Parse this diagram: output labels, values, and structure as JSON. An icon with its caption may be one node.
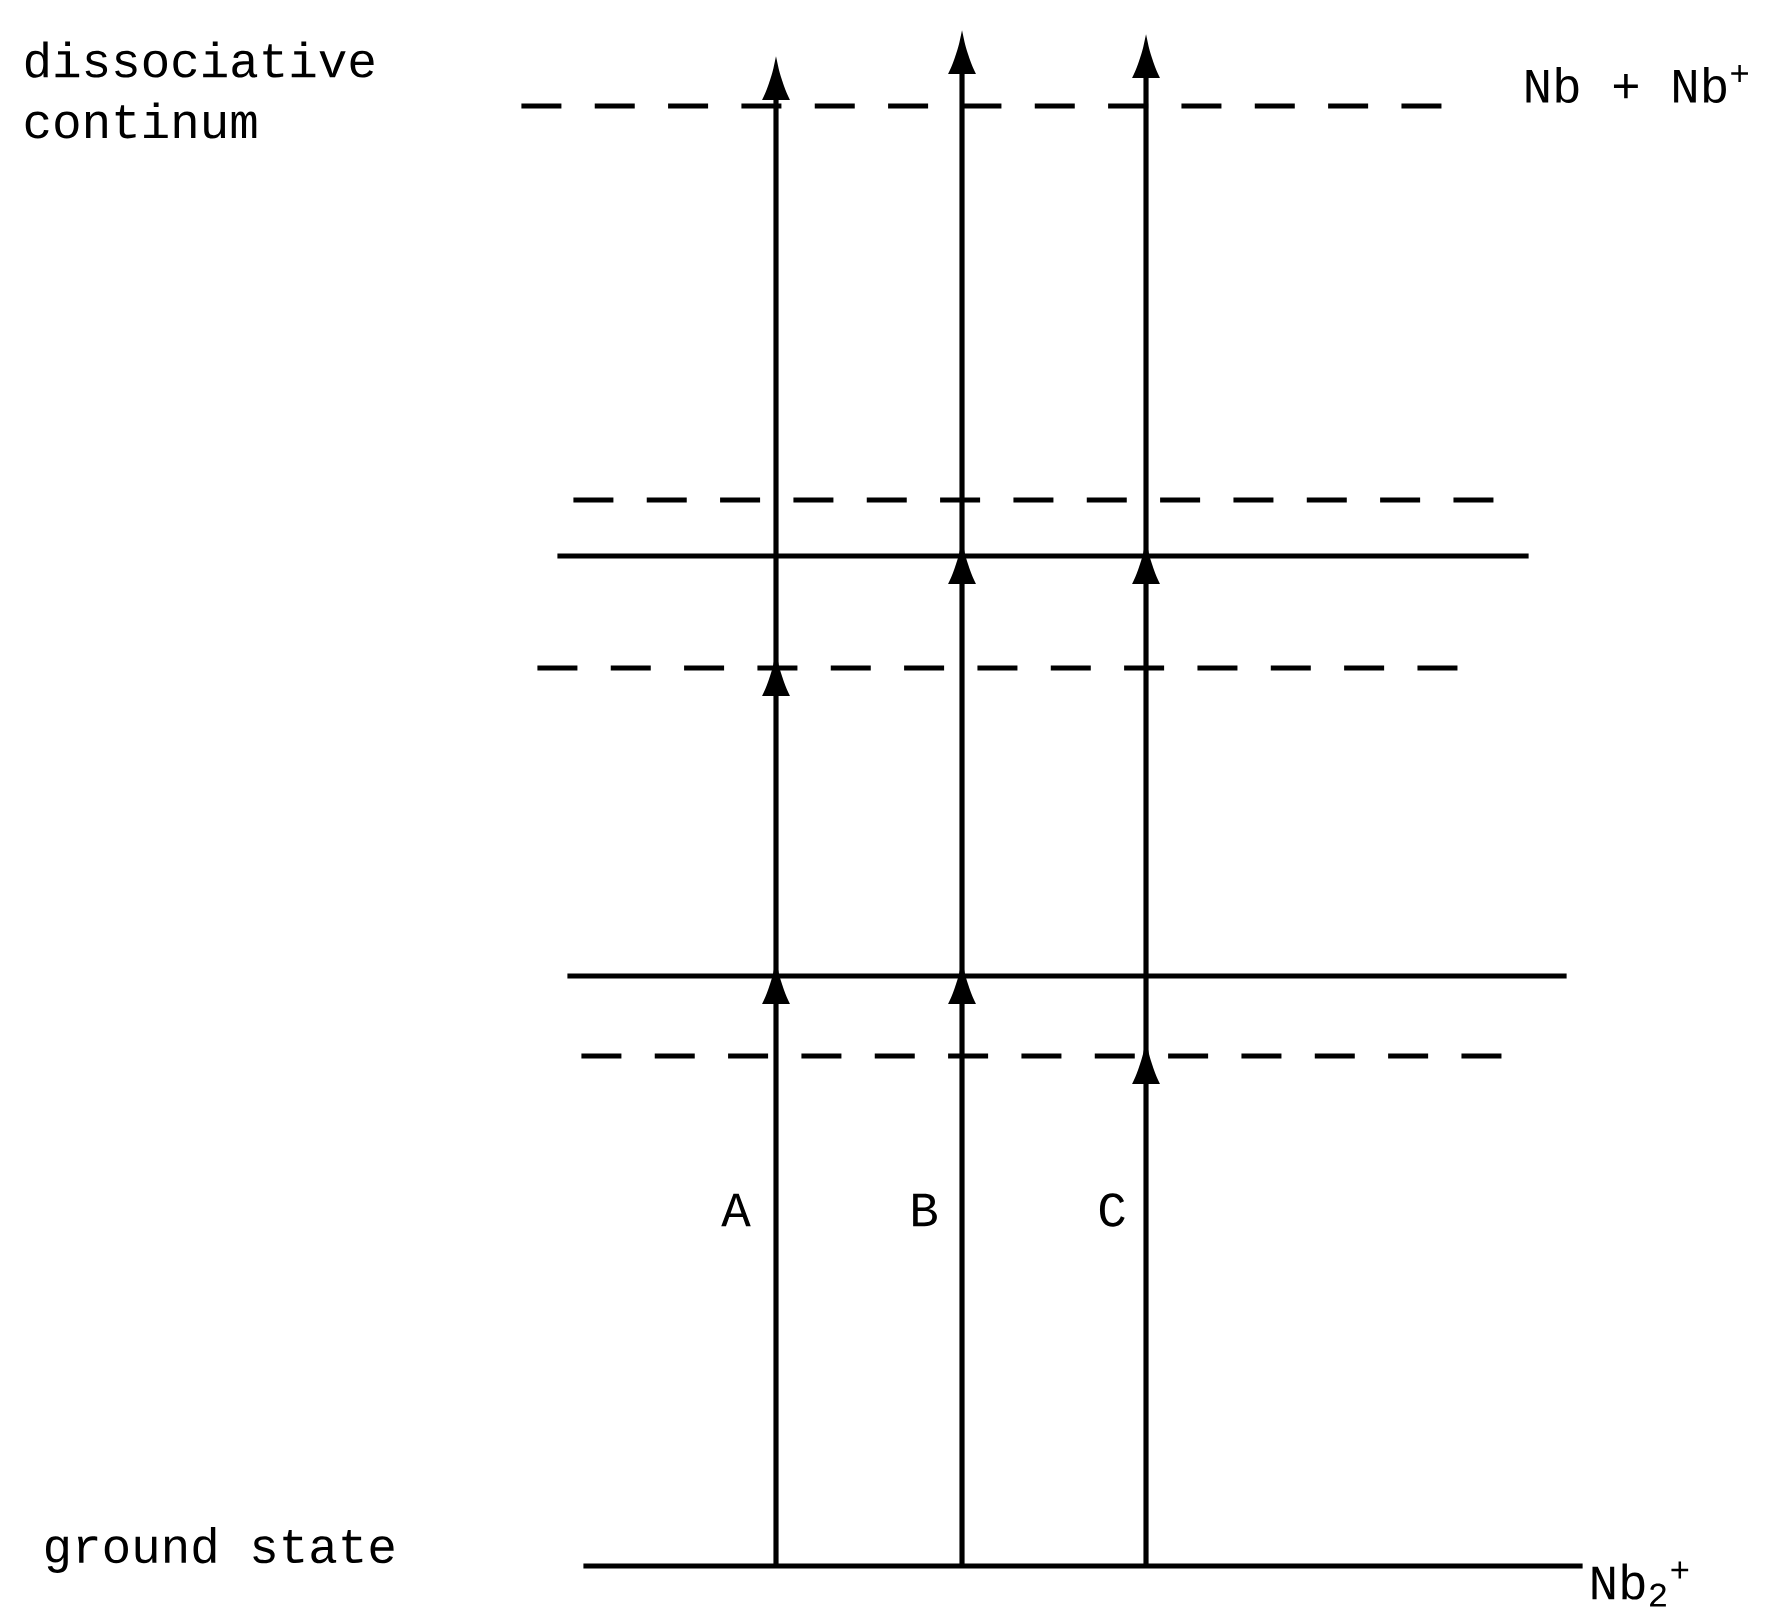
{
  "diagram": {
    "nodes": [
      {
        "text": [],
        "shape": "dashes",
        "beside": [
          "dissociative continum",
          "Nb + Nb$^{+}$"
        ]
      },
      {
        "text": [],
        "shape": "dashes"
      },
      {
        "text": [],
        "shape": "line"
      },
      {
        "text": [],
        "shape": "dashes"
      },
      {
        "text": [],
        "shape": "line"
      },
      {
        "text": [],
        "shape": "dashes"
      },
      {
        "text": [],
        "shape": "line",
        "beside": [
          "Nb$_{2}$$^{+}$"
        ]
      }
    ],
    "labels": [
      "ground state"
    ],
    "edges": [
      {
        "from": 6,
        "to": 4,
        "arrow": "to",
        "label": "A"
      },
      {
        "from": 4,
        "to": 3,
        "arrow": "to"
      },
      {
        "from": 3,
        "to": 0,
        "arrow": "to"
      },
      {
        "from": 6,
        "to": 4,
        "arrow": "to",
        "label": "B"
      },
      {
        "from": 4,
        "to": 2,
        "arrow": "to"
      },
      {
        "from": 2,
        "to": 0,
        "arrow": "to"
      },
      {
        "from": 6,
        "to": 5,
        "arrow": "to",
        "label": "C"
      },
      {
        "from": 5,
        "to": 2,
        "arrow": "to"
      },
      {
        "from": 2,
        "to": 0,
        "arrow": "to"
      }
    ]
  }
}
